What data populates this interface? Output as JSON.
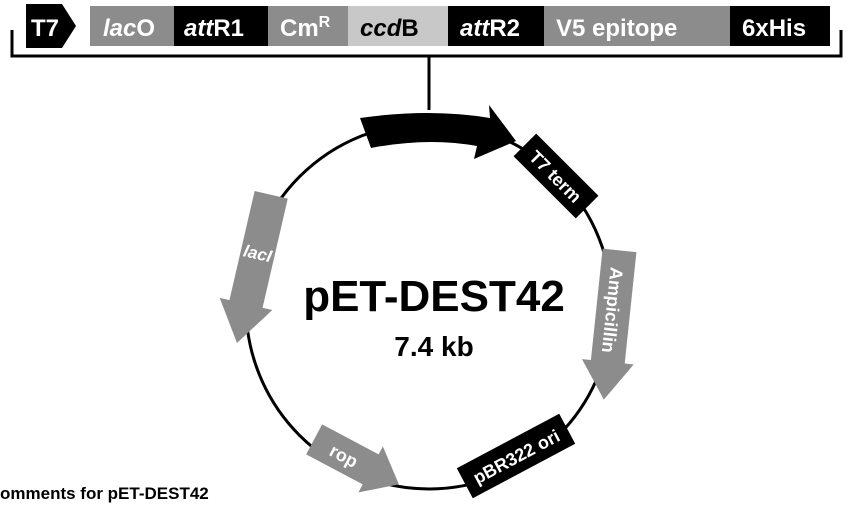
{
  "construct_bar": {
    "segments": [
      {
        "id": "t7",
        "text": "T7",
        "fill": "#000000",
        "color": "#ffffff"
      },
      {
        "id": "laco",
        "italic": "lac",
        "text": "O",
        "fill": "#8c8c8c",
        "color": "#ffffff"
      },
      {
        "id": "attr1",
        "italic": "att",
        "text": "R1",
        "fill": "#000000",
        "color": "#ffffff"
      },
      {
        "id": "cmr",
        "text": "Cm",
        "sup": "R",
        "fill": "#8c8c8c",
        "color": "#ffffff"
      },
      {
        "id": "ccdb",
        "italic": "ccd",
        "text": "B",
        "fill": "#c8c8c8",
        "color": "#000000"
      },
      {
        "id": "attr2",
        "italic": "att",
        "text": "R2",
        "fill": "#000000",
        "color": "#ffffff"
      },
      {
        "id": "v5",
        "text": "V5 epitope",
        "fill": "#8c8c8c",
        "color": "#ffffff"
      },
      {
        "id": "his",
        "text": "6xHis",
        "fill": "#000000",
        "color": "#ffffff"
      }
    ]
  },
  "plasmid": {
    "name": "pET-DEST42",
    "size": "7.4 kb",
    "features": [
      {
        "id": "t7term",
        "text": "T7 term",
        "fill": "#000000"
      },
      {
        "id": "ampicillin",
        "text": "Ampicillin",
        "fill": "#8c8c8c"
      },
      {
        "id": "pbr322",
        "text": "pBR322 ori",
        "fill": "#000000"
      },
      {
        "id": "rop",
        "text": "rop",
        "fill": "#8c8c8c"
      },
      {
        "id": "laci",
        "text": "lacI",
        "fill": "#8c8c8c"
      }
    ]
  },
  "footer": {
    "text": "omments for pET-DEST42"
  }
}
